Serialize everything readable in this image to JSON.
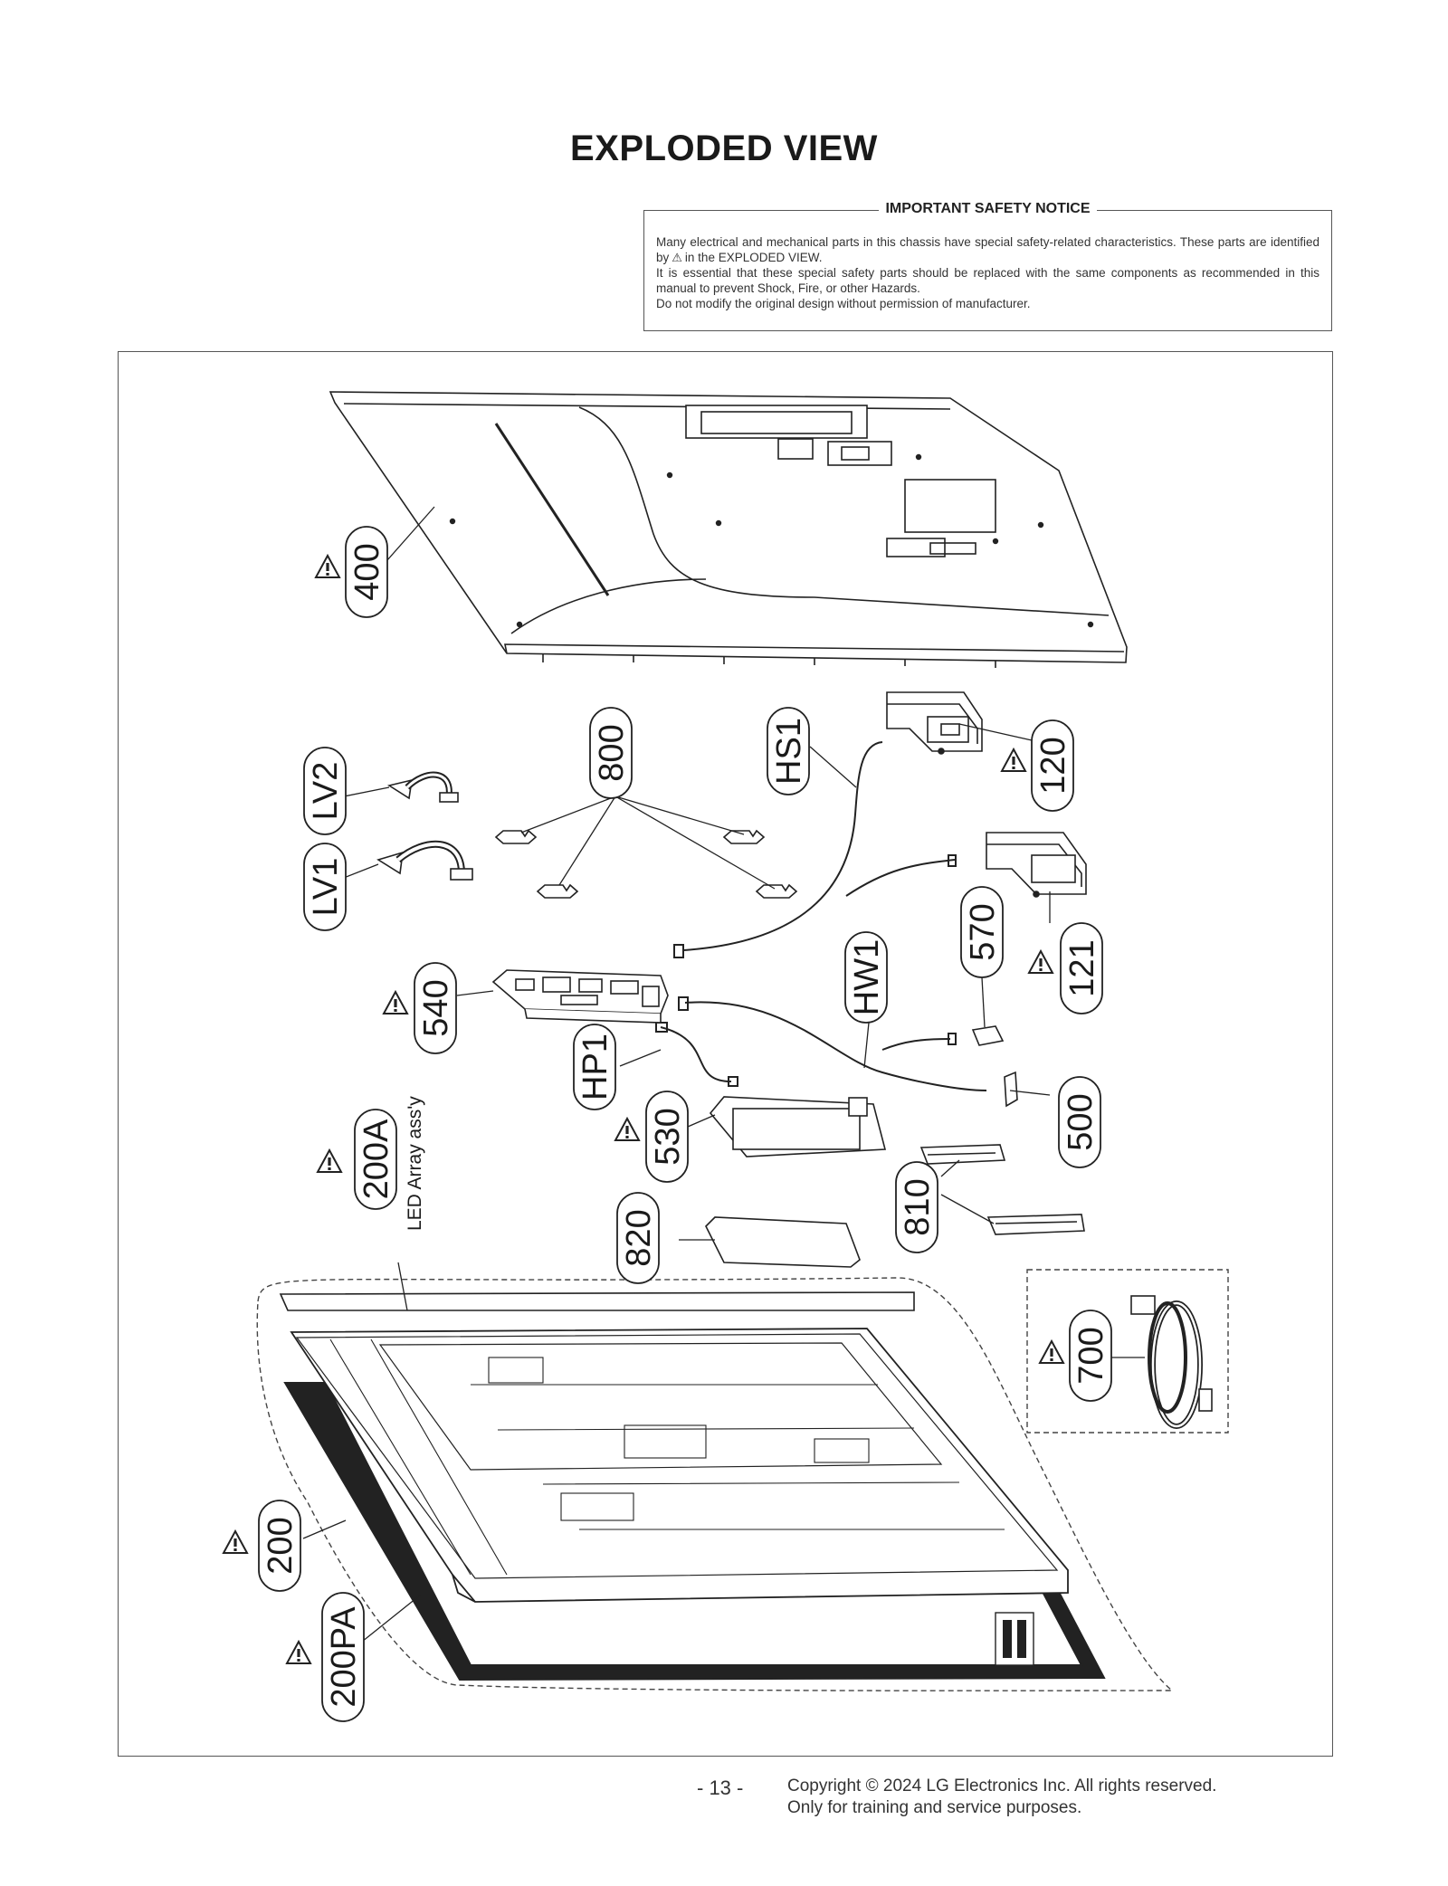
{
  "title": "EXPLODED VIEW",
  "notice": {
    "title": "IMPORTANT SAFETY NOTICE",
    "line1_a": "Many electrical and mechanical parts in this chassis have special safety-related characteristics. These parts are identified by",
    "line1_b": "in the EXPLODED VIEW.",
    "line2": "It is essential that these special safety parts should be replaced with the same components as recommended in this manual to prevent Shock, Fire, or other Hazards.",
    "line3": "Do not modify the original design without permission of manufacturer."
  },
  "callouts": {
    "p400": "400",
    "p800": "800",
    "hs1": "HS1",
    "p120": "120",
    "lv2": "LV2",
    "lv1": "LV1",
    "p570": "570",
    "p121": "121",
    "p540": "540",
    "hw1": "HW1",
    "hp1": "HP1",
    "p530": "530",
    "p500": "500",
    "p200a": "200A",
    "led_array": "LED Array ass'y",
    "p810": "810",
    "p820": "820",
    "p700": "700",
    "p200": "200",
    "p200pa": "200PA"
  },
  "footer": {
    "page": "- 13 -",
    "copyright": "Copyright © 2024 LG Electronics Inc. All rights reserved.",
    "purpose": "Only for training and service purposes."
  }
}
